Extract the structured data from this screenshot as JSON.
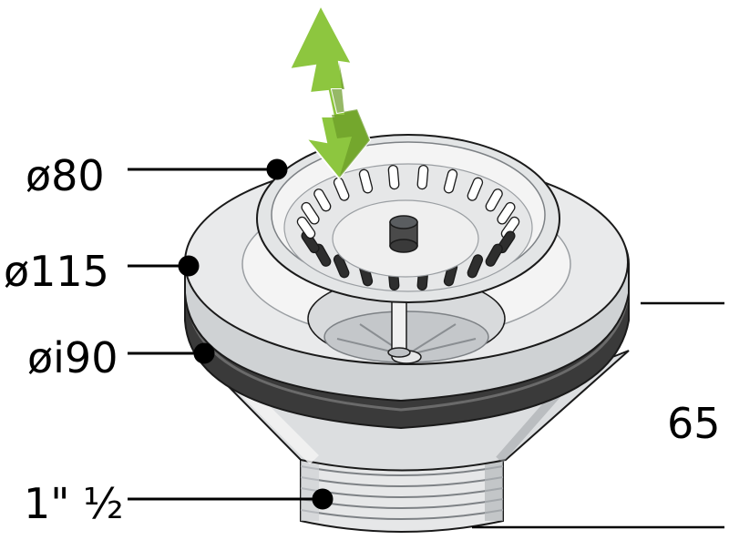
{
  "diagram": {
    "labels": {
      "top_ring": "ø80",
      "flange": "ø115",
      "gasket": "øi90",
      "thread": "1\" ½",
      "height": "65"
    },
    "colors": {
      "arrow": "#8dc63f",
      "arrow_dark": "#6a9a26",
      "metal_light": "#f2f2f2",
      "metal_mid": "#cfd2d4",
      "metal_dark": "#8a8e92",
      "gasket": "#3a3a3a",
      "outline": "#1a1a1a"
    },
    "icons": {
      "arrow": "up-down-arrow-icon",
      "marker": "callout-dot-icon"
    }
  }
}
